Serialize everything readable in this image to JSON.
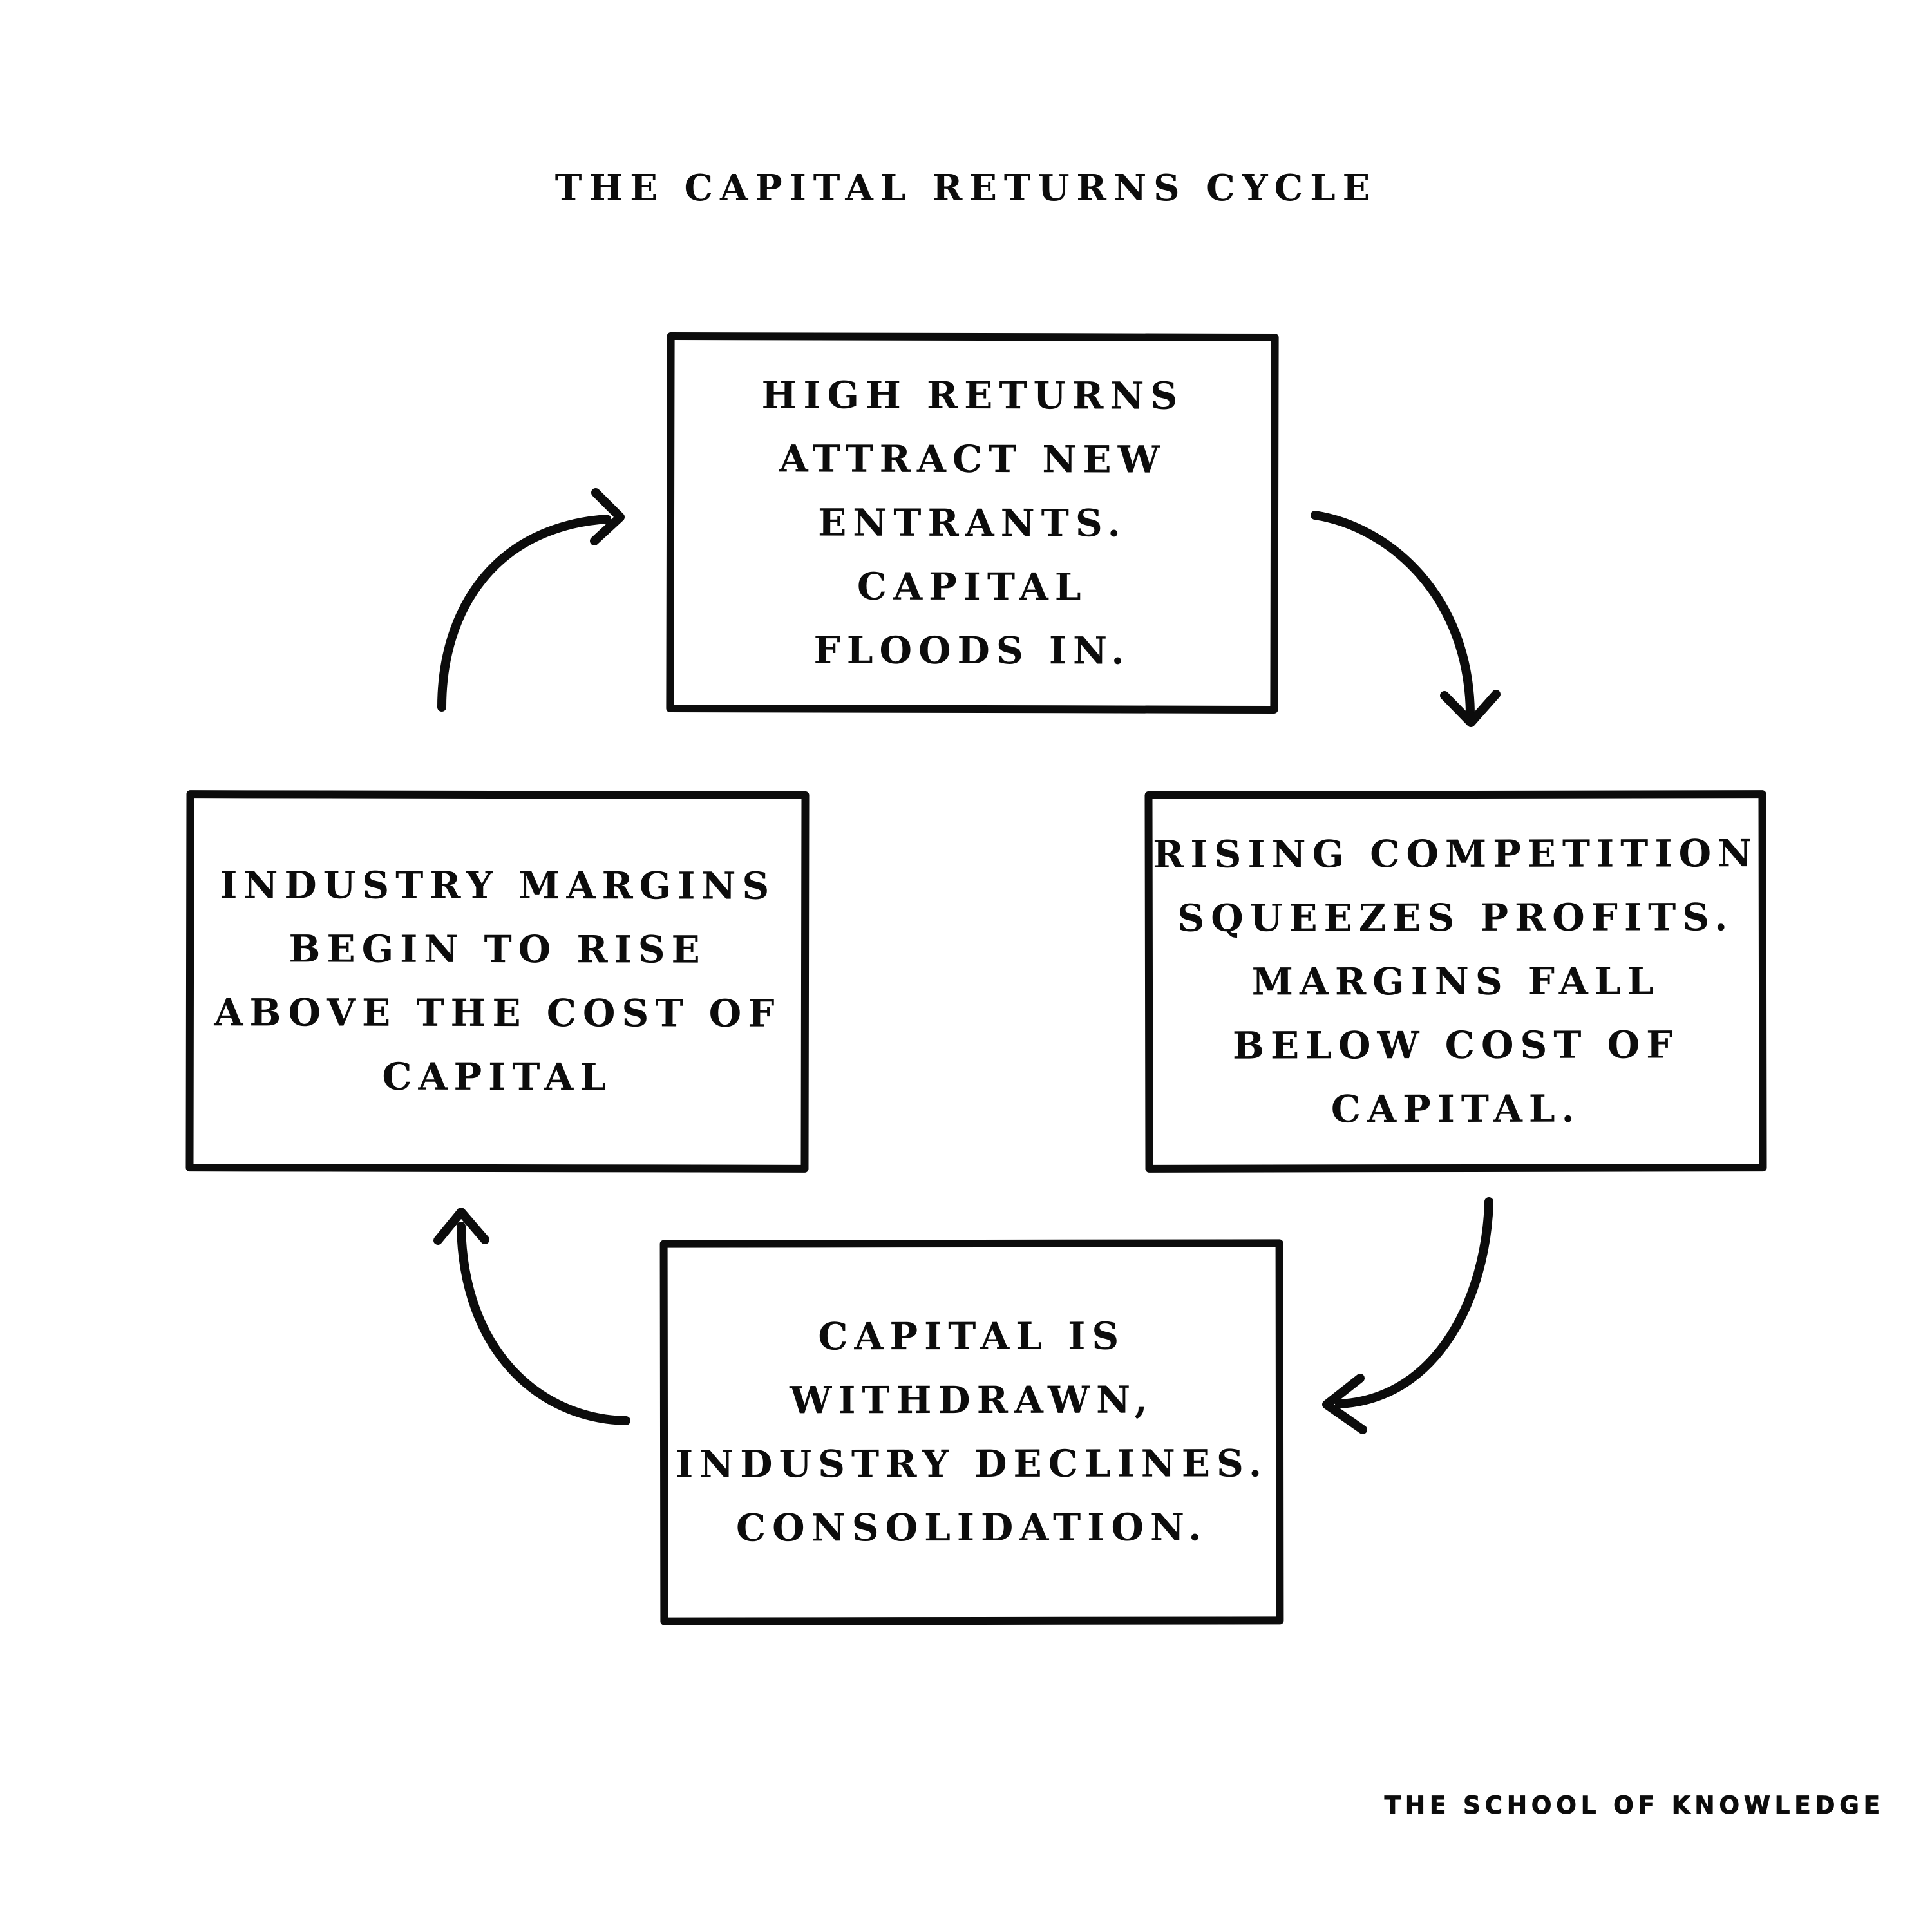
{
  "diagram": {
    "title": "THE CAPITAL RETURNS CYCLE",
    "footer": "THE SCHOOL OF KNOWLEDGE",
    "background_color": "#ffffff",
    "ink_color": "#0c0c0c",
    "boxes": [
      {
        "position": "top",
        "lines": [
          "HIGH RETURNS",
          "ATTRACT NEW",
          "ENTRANTS.",
          "CAPITAL",
          "FLOODS IN."
        ]
      },
      {
        "position": "right",
        "lines": [
          "RISING COMPETITION",
          "SQUEEZES PROFITS.",
          "MARGINS FALL",
          "BELOW COST OF",
          "CAPITAL."
        ]
      },
      {
        "position": "bottom",
        "lines": [
          "CAPITAL IS",
          "WITHDRAWN,",
          "INDUSTRY DECLINES.",
          "CONSOLIDATION."
        ]
      },
      {
        "position": "left",
        "lines": [
          "INDUSTRY MARGINS",
          "BEGIN TO RISE",
          "ABOVE THE COST OF",
          "CAPITAL"
        ]
      }
    ],
    "arrows": [
      {
        "name": "left-box-to-top-box",
        "direction": "curves up and right, arrowhead points right"
      },
      {
        "name": "top-box-to-right-box",
        "direction": "curves right and down, arrowhead points down"
      },
      {
        "name": "right-box-to-bottom-box",
        "direction": "curves down and left, arrowhead points left"
      },
      {
        "name": "bottom-box-to-left-box",
        "direction": "curves left and up, arrowhead points up"
      }
    ]
  }
}
